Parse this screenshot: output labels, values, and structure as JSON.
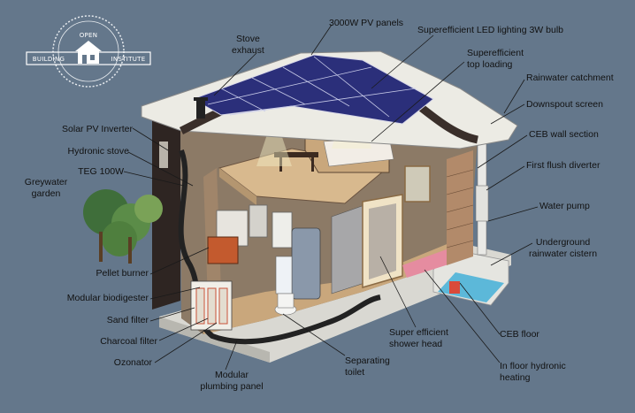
{
  "logo": {
    "top": "OPEN",
    "left": "BUILDING",
    "right": "INSTITUTE"
  },
  "labels": {
    "pv_panels": "3000W PV panels",
    "led": "Superefficient LED lighting 3W bulb",
    "stove_exhaust_1": "Stove",
    "stove_exhaust_2": "exhaust",
    "top_loading_1": "Superefficient",
    "top_loading_2": "top loading",
    "rainwater_catchment": "Rainwater catchment",
    "downspout": "Downspout screen",
    "ceb_wall": "CEB wall section",
    "first_flush": "First flush diverter",
    "water_pump": "Water pump",
    "cistern_1": "Underground",
    "cistern_2": "rainwater cistern",
    "solar_inverter": "Solar PV Inverter",
    "hydronic_stove": "Hydronic stove",
    "teg": "TEG 100W",
    "greywater_1": "Greywater",
    "greywater_2": "garden",
    "pellet_burner": "Pellet burner",
    "biodigester": "Modular biodigester",
    "sand_filter": "Sand filter",
    "charcoal_filter": "Charcoal filter",
    "ozonator": "Ozonator",
    "plumbing_1": "Modular",
    "plumbing_2": "plumbing panel",
    "toilet_1": "Separating",
    "toilet_2": "toilet",
    "shower_1": "Super efficient",
    "shower_2": "shower head",
    "ceb_floor": "CEB floor",
    "hydronic_floor_1": "In floor hydronic",
    "hydronic_floor_2": "heating"
  },
  "colors": {
    "background": "#64778b",
    "roof": "#ecebe4",
    "panel": "#2b2f7a",
    "wall": "#3a2f2a",
    "floor": "#c9a77c",
    "water": "#4db3d8"
  }
}
